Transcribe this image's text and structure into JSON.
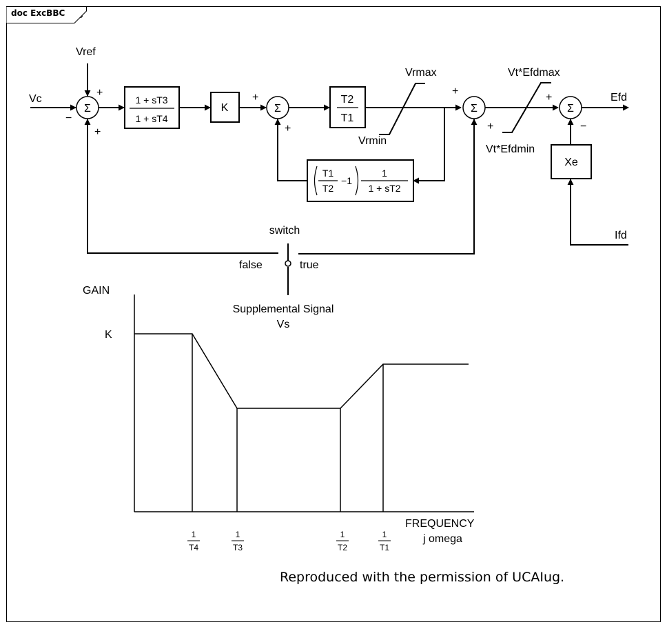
{
  "tab": {
    "title": "doc ExcBBC"
  },
  "block_diagram": {
    "inputs": {
      "vc": "Vc",
      "vref": "Vref",
      "ifd": "Ifd"
    },
    "output": "Efd",
    "sum_symbol": "Σ",
    "signs": {
      "plus": "+",
      "minus": "−"
    },
    "lead_lag": {
      "numerator": "1 + sT3",
      "denominator": "1 + sT4"
    },
    "gain_block": "K",
    "t2_t1_block": {
      "numerator": "T2",
      "denominator": "T1"
    },
    "feedback_block": {
      "paren_num": "T1",
      "paren_den": "T2",
      "minus_one": "−1",
      "numerator": "1",
      "denominator": "1 + sT2"
    },
    "limits": {
      "vrmax": "Vrmax",
      "vrmin": "Vrmin",
      "efdmax": "Vt*Efdmax",
      "efdmin": "Vt*Efdmin"
    },
    "xe_block": "Xe",
    "switch": {
      "label": "switch",
      "false_label": "false",
      "true_label": "true",
      "signal_line1": "Supplemental Signal",
      "signal_line2": "Vs"
    }
  },
  "gain_plot": {
    "y_axis_label": "GAIN",
    "y_tick_label": "K",
    "x_axis_label_line1": "FREQUENCY",
    "x_axis_label_line2": "j omega",
    "x_ticks": [
      {
        "num": "1",
        "den": "T4"
      },
      {
        "num": "1",
        "den": "T3"
      },
      {
        "num": "1",
        "den": "T2"
      },
      {
        "num": "1",
        "den": "T1"
      }
    ]
  },
  "footer": "Reproduced with the permission of UCAIug."
}
